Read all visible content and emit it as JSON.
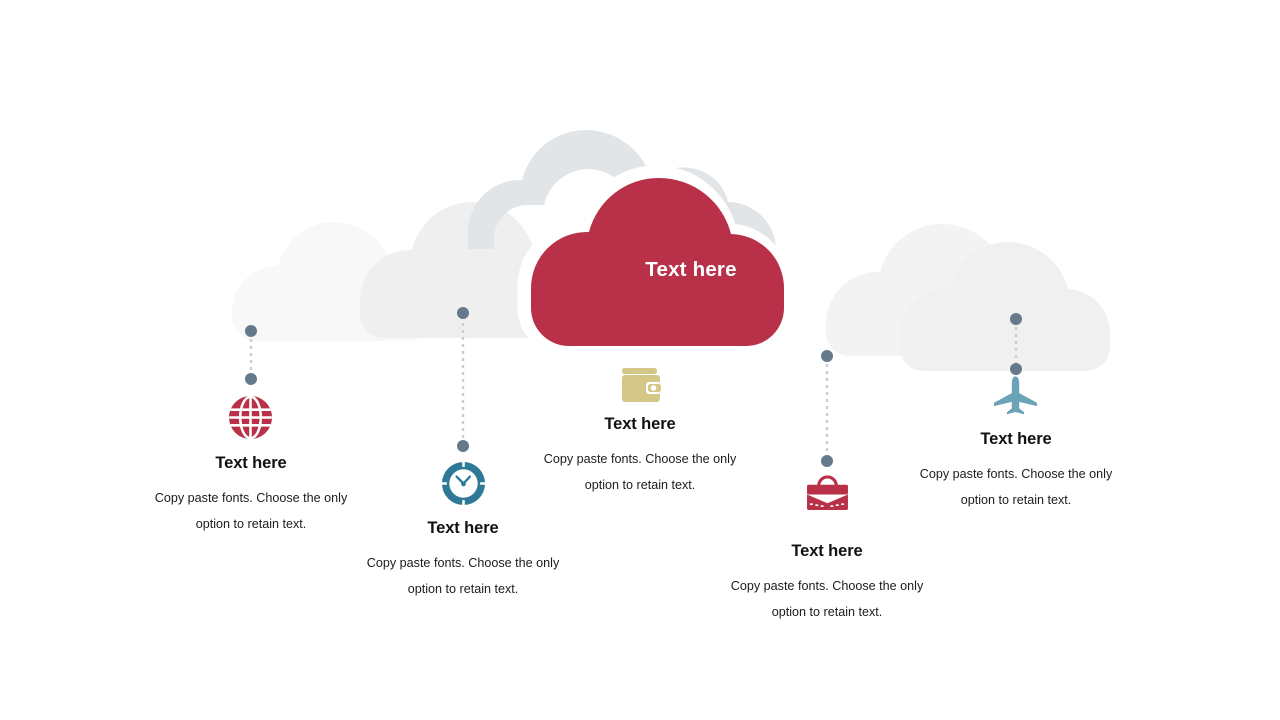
{
  "slide": {
    "background_color": "#ffffff",
    "center_node": {
      "label": "Text here",
      "shape": "cloud",
      "fill_color": "#b93148",
      "text_color": "#ffffff"
    },
    "palette": {
      "accent_red": "#b93148",
      "teal": "#2e7a96",
      "khaki": "#d4c888",
      "cloud_outline_gray": "#e2e5e8",
      "cloud_fill_light": "#f0f0f0",
      "cloud_fill_faint": "#f7f7f7",
      "connector_dot": "#66798c",
      "connector_line": "#c9ced6",
      "title_text": "#111111",
      "body_text": "#1c1c1c"
    },
    "nodes": [
      {
        "id": "globe",
        "icon": "globe-icon",
        "icon_color": "#b93148",
        "title": "Text here",
        "body": "Copy paste fonts. Choose the only option to retain text."
      },
      {
        "id": "clock",
        "icon": "clock-icon",
        "icon_color": "#2e7a96",
        "title": "Text here",
        "body": "Copy paste fonts. Choose the only option to retain text."
      },
      {
        "id": "wallet",
        "icon": "wallet-icon",
        "icon_color": "#d4c888",
        "title": "Text here",
        "body": "Copy paste fonts. Choose the only option to retain text."
      },
      {
        "id": "briefcase",
        "icon": "briefcase-icon",
        "icon_color": "#b93148",
        "title": "Text here",
        "body": "Copy paste fonts. Choose the only option to retain text."
      },
      {
        "id": "airplane",
        "icon": "airplane-icon",
        "icon_color": "#6ba3b8",
        "title": "Text here",
        "body": "Copy paste fonts. Choose the only option to retain text."
      }
    ]
  }
}
